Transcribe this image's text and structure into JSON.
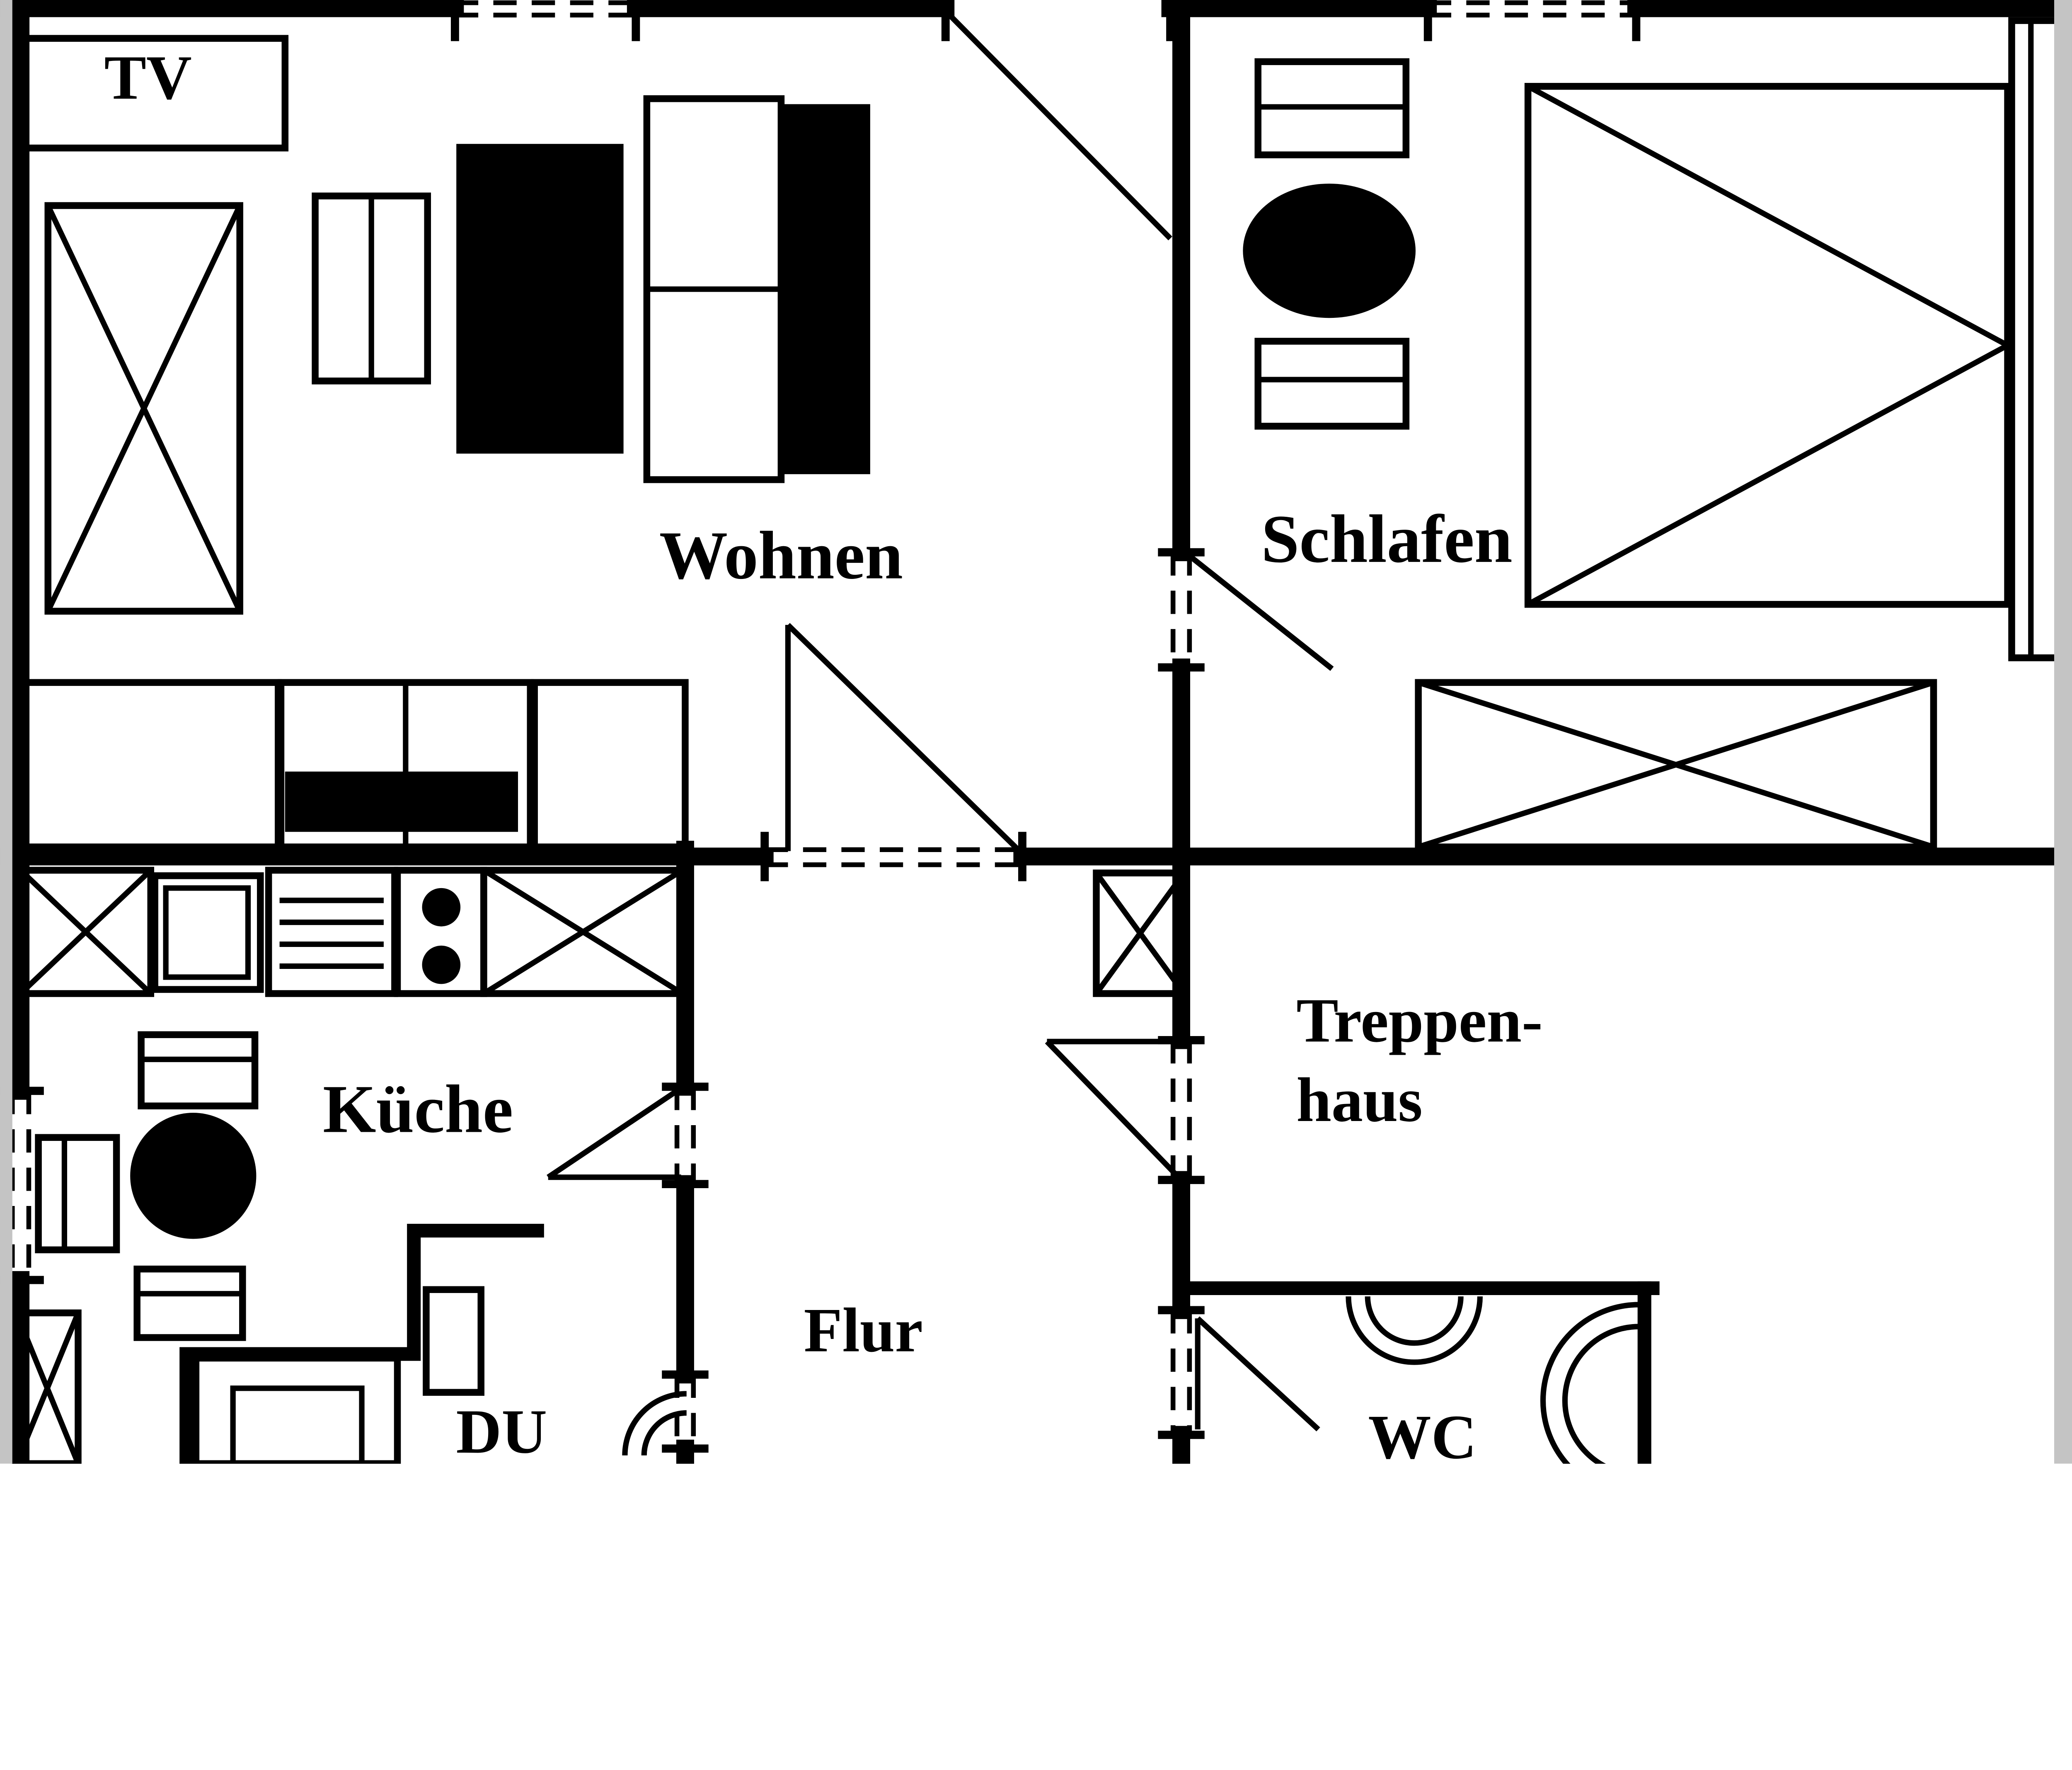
{
  "document": {
    "type": "architectural-floor-plan",
    "style": "black-and-white line drawing"
  },
  "colors": {
    "ink": "#000000",
    "paper": "#ffffff",
    "scan_edge": "#c4c4c4"
  },
  "labels": {
    "tv": "TV",
    "wohnen": "Wohnen",
    "schlafen": "Schlafen",
    "kueche": "Küche",
    "flur": "Flur",
    "du": "DU",
    "wc": "WC",
    "treppenhaus_line1": "Treppen-",
    "treppenhaus_line2": "haus"
  },
  "rooms": [
    {
      "name": "Wohnen",
      "meaning": "living room"
    },
    {
      "name": "Schlafen",
      "meaning": "bedroom"
    },
    {
      "name": "Küche",
      "meaning": "kitchen"
    },
    {
      "name": "Flur",
      "meaning": "hallway"
    },
    {
      "name": "DU",
      "meaning": "shower"
    },
    {
      "name": "WC",
      "meaning": "toilet"
    },
    {
      "name": "Treppenhaus",
      "meaning": "stairwell"
    },
    {
      "name": "TV",
      "meaning": "tv cabinet"
    }
  ]
}
